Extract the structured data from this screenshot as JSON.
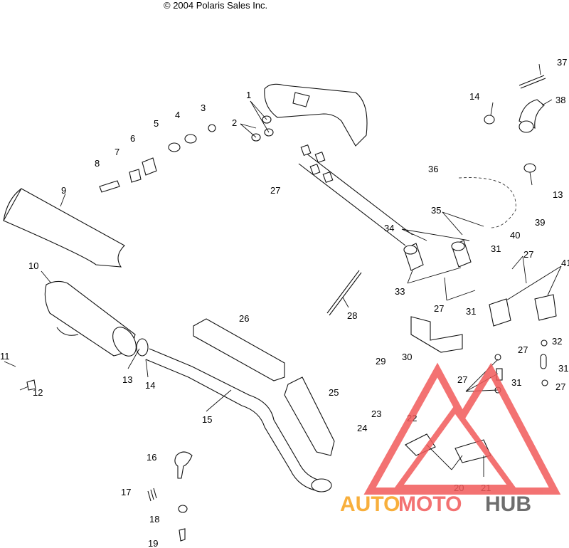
{
  "header": {
    "copyright": "© 2004 Polaris Sales Inc."
  },
  "callouts": [
    "1",
    "2",
    "3",
    "4",
    "5",
    "6",
    "7",
    "8",
    "9",
    "10",
    "11",
    "12",
    "13",
    "13",
    "14",
    "14",
    "15",
    "16",
    "17",
    "18",
    "19",
    "20",
    "21",
    "22",
    "23",
    "24",
    "25",
    "26",
    "27",
    "27",
    "27",
    "27",
    "27",
    "27",
    "28",
    "29",
    "30",
    "31",
    "31",
    "31",
    "31",
    "32",
    "33",
    "34",
    "35",
    "36",
    "37",
    "38",
    "39",
    "40",
    "41"
  ],
  "watermark": {
    "part1": "AUTO",
    "part2": "MOTO",
    "part3": "HUB",
    "color_red": "#f15a5a",
    "color_orange": "#f7a21b",
    "color_gray": "#555555"
  }
}
